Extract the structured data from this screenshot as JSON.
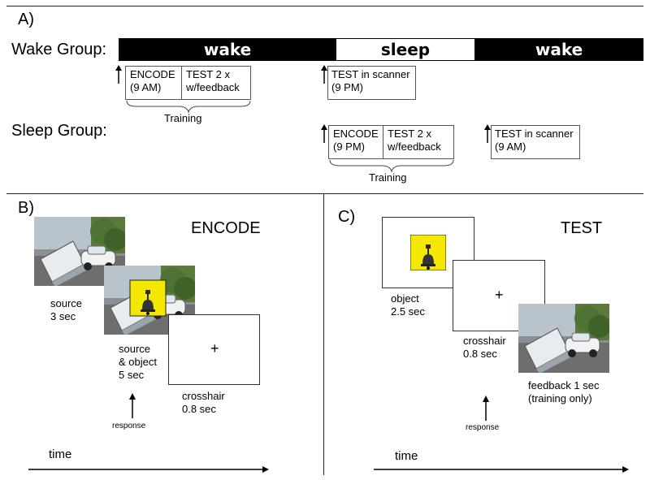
{
  "panel_a": {
    "label": "A)",
    "wake_group_label": "Wake Group:",
    "sleep_group_label": "Sleep Group:",
    "timeline": [
      "wake",
      "sleep",
      "wake"
    ],
    "wake_box_left": "ENCODE\n(9 AM)",
    "wake_box_right": "TEST 2 x\nw/feedback",
    "wake_training": "Training",
    "wake_test": "TEST in scanner\n(9 PM)",
    "sleep_box_left": "ENCODE\n(9 PM)",
    "sleep_box_right": "TEST 2 x\nw/feedback",
    "sleep_training": "Training",
    "sleep_test": "TEST in scanner\n(9 AM)"
  },
  "panel_b": {
    "label": "B)",
    "title": "ENCODE",
    "source_caption": "source\n3 sec",
    "source_object_caption": "source\n& object\n5 sec",
    "crosshair_symbol": "+",
    "crosshair_caption": "crosshair\n0.8 sec",
    "response": "response",
    "time": "time"
  },
  "panel_c": {
    "label": "C)",
    "title": "TEST",
    "object_caption": "object\n2.5 sec",
    "crosshair_symbol": "+",
    "crosshair_caption": "crosshair\n0.8 sec",
    "feedback_caption": "feedback 1 sec\n(training only)",
    "response": "response",
    "time": "time"
  }
}
